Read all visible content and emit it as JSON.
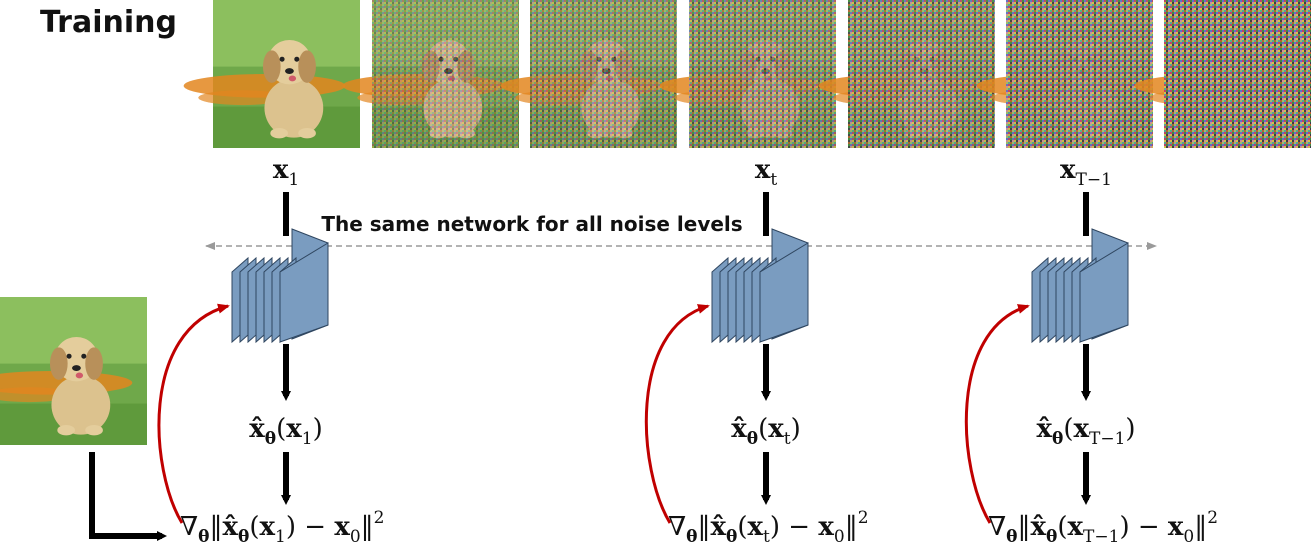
{
  "title": "Training",
  "banner": "The same network for all noise levels",
  "noise_strip": {
    "frames": 7,
    "noise_levels": [
      0.0,
      0.45,
      0.6,
      0.72,
      0.82,
      0.9,
      0.97
    ]
  },
  "columns": [
    {
      "input": {
        "base": "x",
        "sub": "1"
      },
      "prediction": {
        "lhs": "x̂",
        "lhs_sub": "θ",
        "arg_base": "x",
        "arg_sub": "1"
      },
      "loss": {
        "op": "∇",
        "op_sub": "θ",
        "pred": "x̂",
        "pred_sub": "θ",
        "arg_base": "x",
        "arg_sub": "1",
        "target_base": "x",
        "target_sub": "0",
        "power": "2"
      }
    },
    {
      "input": {
        "base": "x",
        "sub": "t"
      },
      "prediction": {
        "lhs": "x̂",
        "lhs_sub": "θ",
        "arg_base": "x",
        "arg_sub": "t"
      },
      "loss": {
        "op": "∇",
        "op_sub": "θ",
        "pred": "x̂",
        "pred_sub": "θ",
        "arg_base": "x",
        "arg_sub": "t",
        "target_base": "x",
        "target_sub": "0",
        "power": "2"
      }
    },
    {
      "input": {
        "base": "x",
        "sub": "T−1"
      },
      "prediction": {
        "lhs": "x̂",
        "lhs_sub": "θ",
        "arg_base": "x",
        "arg_sub": "T−1"
      },
      "loss": {
        "op": "∇",
        "op_sub": "θ",
        "pred": "x̂",
        "pred_sub": "θ",
        "arg_base": "x",
        "arg_sub": "T−1",
        "target_base": "x",
        "target_sub": "0",
        "power": "2"
      }
    }
  ],
  "colors": {
    "network_fill": "#7a9cc0",
    "network_stroke": "#2f4660",
    "feedback_arrow": "#c00000",
    "flow_arrow": "#000000",
    "dashed_line": "#9a9a9a",
    "grass": "#5f9a3c",
    "flowers": "#e3861f",
    "dog": "#dcc28e"
  }
}
